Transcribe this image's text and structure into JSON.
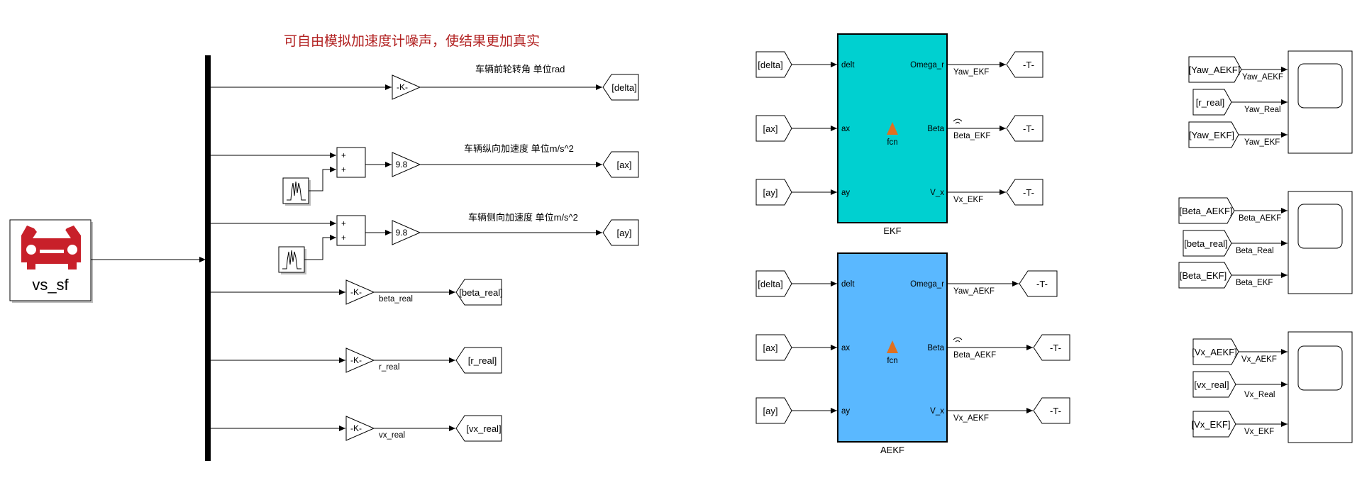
{
  "colors": {
    "ekf_fill": "#00d0d0",
    "aekf_fill": "#5ab8ff",
    "car": "#c8202a",
    "annotation": "#b22222",
    "wire": "#000000"
  },
  "annotation": "可自由模拟加速度计噪声，使结果更加真实",
  "source_block": {
    "label": "vs_sf",
    "icon": "car-icon"
  },
  "gains": {
    "K": "-K-",
    "g": "9.8"
  },
  "sum_signs": [
    "+",
    "+"
  ],
  "comments": {
    "delta": "车辆前轮转角 单位rad",
    "ax": "车辆纵向加速度 单位m/s^2",
    "ay": "车辆侧向加速度 单位m/s^2"
  },
  "goto_tags": {
    "delta": "[delta]",
    "ax": "[ax]",
    "ay": "[ay]",
    "beta_real": "[beta_real]",
    "r_real": "[r_real]",
    "vx_real": "[vx_real]"
  },
  "signal_names": {
    "beta_real": "beta_real",
    "r_real": "r_real",
    "vx_real": "vx_real"
  },
  "ekf": {
    "title": "EKF",
    "center": "fcn",
    "inputs": [
      "delt",
      "ax",
      "ay"
    ],
    "outputs": [
      "Omega_r",
      "Beta",
      "V_x"
    ],
    "from_tags": [
      "[delta]",
      "[ax]",
      "[ay]"
    ],
    "out_signals": [
      "Yaw_EKF",
      "Beta_EKF",
      "Vx_EKF"
    ],
    "terminators": [
      "-T-",
      "-T-",
      "-T-"
    ]
  },
  "aekf": {
    "title": "AEKF",
    "center": "fcn",
    "inputs": [
      "delt",
      "ax",
      "ay"
    ],
    "outputs": [
      "Omega_r",
      "Beta",
      "V_x"
    ],
    "from_tags": [
      "[delta]",
      "[ax]",
      "[ay]"
    ],
    "out_signals": [
      "Yaw_AEKF",
      "Beta_AEKF",
      "Vx_AEKF"
    ],
    "terminators": [
      "-T-",
      "-T-",
      "-T-"
    ]
  },
  "scopes": [
    {
      "from_tags": [
        "[Yaw_AEKF]",
        "[r_real]",
        "[Yaw_EKF]"
      ],
      "signals": [
        "Yaw_AEKF",
        "Yaw_Real",
        "Yaw_EKF"
      ]
    },
    {
      "from_tags": [
        "[Beta_AEKF]",
        "[beta_real]",
        "[Beta_EKF]"
      ],
      "signals": [
        "Beta_AEKF",
        "Beta_Real",
        "Beta_EKF"
      ]
    },
    {
      "from_tags": [
        "[Vx_AEKF]",
        "[vx_real]",
        "[Vx_EKF]"
      ],
      "signals": [
        "Vx_AEKF",
        "Vx_Real",
        "Vx_EKF"
      ]
    }
  ]
}
